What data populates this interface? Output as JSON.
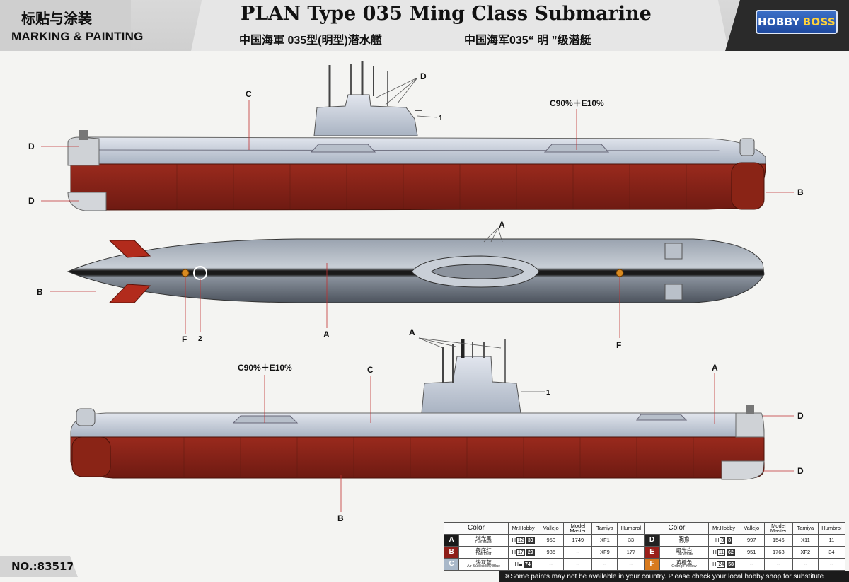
{
  "header": {
    "cn_marking": "标贴与涂装",
    "en_marking": "MARKING & PAINTING",
    "title": "PLAN Type 035 Ming Class Submarine",
    "subtitle_trad": "中国海軍 035型(明型)潜水艦",
    "subtitle_simp": "中国海军035“ 明 ”级潜艇",
    "brand_a": "HOBBY",
    "brand_b": "BOSS"
  },
  "callouts": {
    "A": "A",
    "B": "B",
    "C": "C",
    "D": "D",
    "F": "F",
    "one": "1",
    "two": "2",
    "mix": "C90%＋E10%"
  },
  "table": {
    "headers": [
      "Color",
      "Mr.Hobby",
      "Vallejo",
      "Model Master",
      "Tamiya",
      "Humbrol"
    ],
    "rows_left": [
      {
        "code": "A",
        "color": "#1a1a1a",
        "cn": "消光黑",
        "en": "Flat Black",
        "hobby_prefix": "H",
        "hobby_box": "12",
        "hobby_tag": "33",
        "vallejo": "950",
        "model_master": "1749",
        "tamiya": "XF1",
        "humbrol": "33"
      },
      {
        "code": "B",
        "color": "#8e1d18",
        "cn": "舰底红",
        "en": "Hull Red",
        "hobby_prefix": "H",
        "hobby_box": "17",
        "hobby_tag": "29",
        "vallejo": "985",
        "model_master": "--",
        "tamiya": "XF9",
        "humbrol": "177"
      },
      {
        "code": "C",
        "color": "#a9b8c9",
        "cn": "浅灰蓝",
        "en": "Air Superiority Blue",
        "hobby_prefix": "H",
        "hobby_box": "",
        "hobby_tag": "74",
        "vallejo": "--",
        "model_master": "--",
        "tamiya": "--",
        "humbrol": "--"
      }
    ],
    "rows_right": [
      {
        "code": "D",
        "color": "#222222",
        "cn": "银色",
        "en": "Silver",
        "hobby_prefix": "H",
        "hobby_box": "8",
        "hobby_tag": "8",
        "vallejo": "997",
        "model_master": "1546",
        "tamiya": "X11",
        "humbrol": "11"
      },
      {
        "code": "E",
        "color": "#9a1f1a",
        "cn": "哑光白",
        "en": "Flat White",
        "hobby_prefix": "H",
        "hobby_box": "11",
        "hobby_tag": "62",
        "vallejo": "951",
        "model_master": "1768",
        "tamiya": "XF2",
        "humbrol": "34"
      },
      {
        "code": "F",
        "color": "#d87a1e",
        "cn": "黄橙色",
        "en": "Orange Yellow",
        "hobby_prefix": "H",
        "hobby_box": "24",
        "hobby_tag": "58",
        "vallejo": "--",
        "model_master": "--",
        "tamiya": "--",
        "humbrol": "--"
      }
    ]
  },
  "notice": "※Some paints may not be available in your country. Please check your local hobby shop for substitute",
  "model_no": "NO.:83517"
}
